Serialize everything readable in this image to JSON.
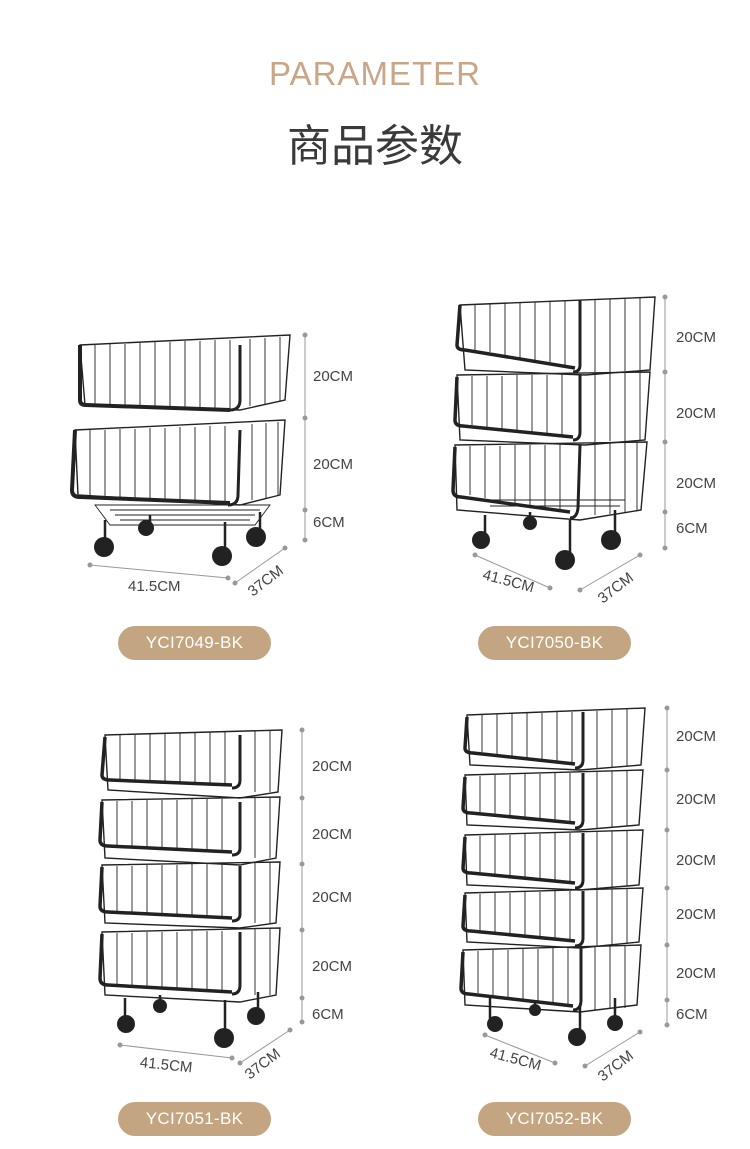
{
  "header": {
    "title_en": "PARAMETER",
    "title_cn": "商品参数"
  },
  "products": [
    {
      "model": "YCI7049-BK",
      "heights": [
        "20CM",
        "20CM",
        "6CM"
      ],
      "width": "41.5CM",
      "depth": "37CM"
    },
    {
      "model": "YCI7050-BK",
      "heights": [
        "20CM",
        "20CM",
        "20CM",
        "6CM"
      ],
      "width": "41.5CM",
      "depth": "37CM"
    },
    {
      "model": "YCI7051-BK",
      "heights": [
        "20CM",
        "20CM",
        "20CM",
        "20CM",
        "6CM"
      ],
      "width": "41.5CM",
      "depth": "37CM"
    },
    {
      "model": "YCI7052-BK",
      "heights": [
        "20CM",
        "20CM",
        "20CM",
        "20CM",
        "20CM",
        "6CM"
      ],
      "width": "41.5CM",
      "depth": "37CM"
    }
  ]
}
